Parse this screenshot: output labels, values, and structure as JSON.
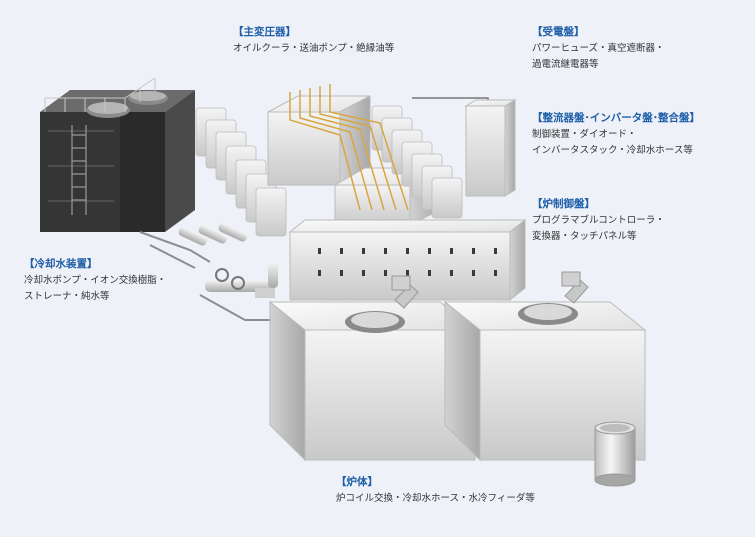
{
  "labels": {
    "transformer": {
      "title": "【主変圧器】",
      "lines": [
        "オイルクーラ・送油ポンプ・絶縁油等"
      ]
    },
    "receiving": {
      "title": "【受電盤】",
      "lines": [
        "パワーヒューズ・真空遮断器・",
        "過電流継電器等"
      ]
    },
    "rectifier": {
      "title": "【整流器盤･インバータ盤･整合盤】",
      "lines": [
        "制御装置・ダイオード・",
        "インバータスタック・冷却水ホース等"
      ]
    },
    "furnace_control": {
      "title": "【炉制御盤】",
      "lines": [
        "プログラマブルコントローラ・",
        "変換器・タッチパネル等"
      ]
    },
    "cooling": {
      "title": "【冷却水装置】",
      "lines": [
        "冷却水ポンプ・イオン交換樹脂・",
        "ストレーナ・純水等"
      ]
    },
    "furnace": {
      "title": "【炉体】",
      "lines": [
        "炉コイル交換・冷却水ホース・水冷フィーダ等"
      ]
    }
  },
  "colors": {
    "heading": "#1f5fa8",
    "text": "#333333",
    "background": "#eef1f8",
    "busbar": "#d8a640",
    "tower": "#3a3a3a"
  }
}
